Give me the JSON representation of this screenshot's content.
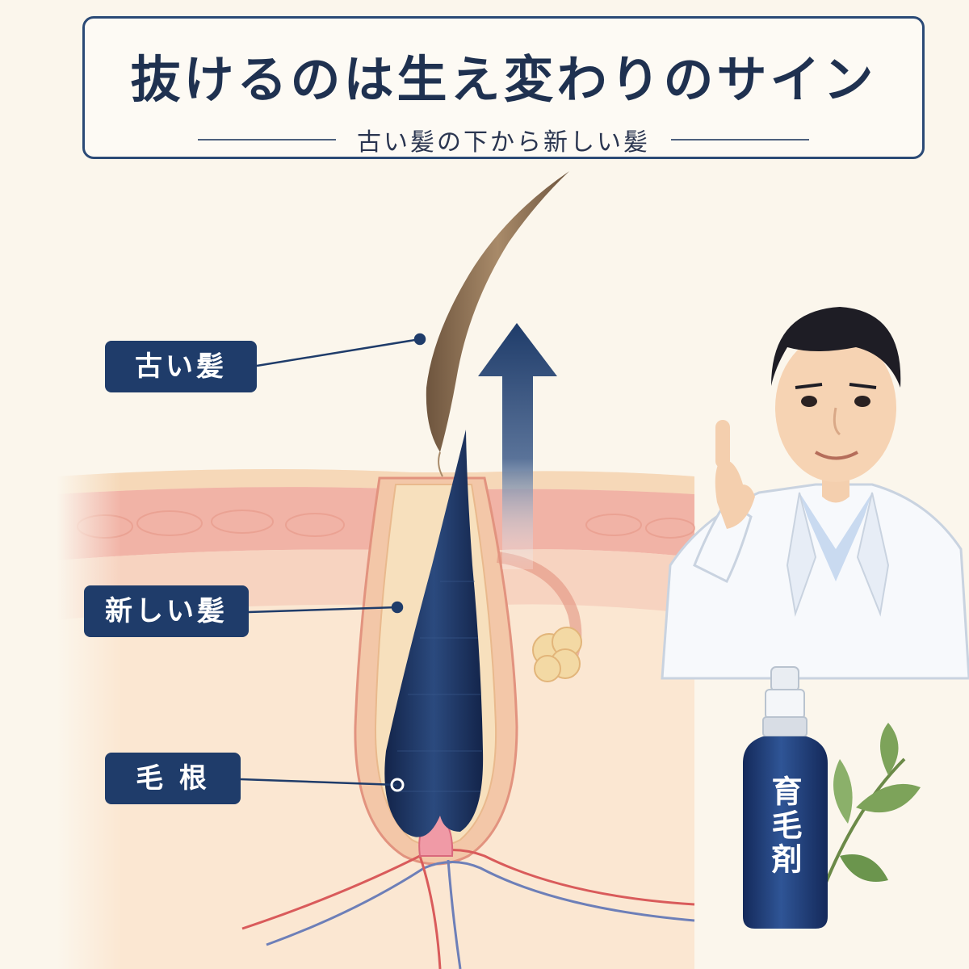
{
  "title": {
    "main": "抜けるのは生え変わりのサイン",
    "subtitle": "古い髪の下から新しい髪"
  },
  "labels": {
    "old_hair": "古い髪",
    "new_hair": "新しい髪",
    "hair_root": "毛 根"
  },
  "product": {
    "label": "育毛剤"
  },
  "colors": {
    "navy": "#1f3c6a",
    "title_border": "#2b4a76",
    "background": "#fbf6ec",
    "skin_pink": "#f1b3a6",
    "new_hair": "#1b3057",
    "old_hair": "#8b6d4f"
  },
  "icons": {
    "arrow": "up-arrow-icon",
    "leaf": "leaf-icon"
  }
}
